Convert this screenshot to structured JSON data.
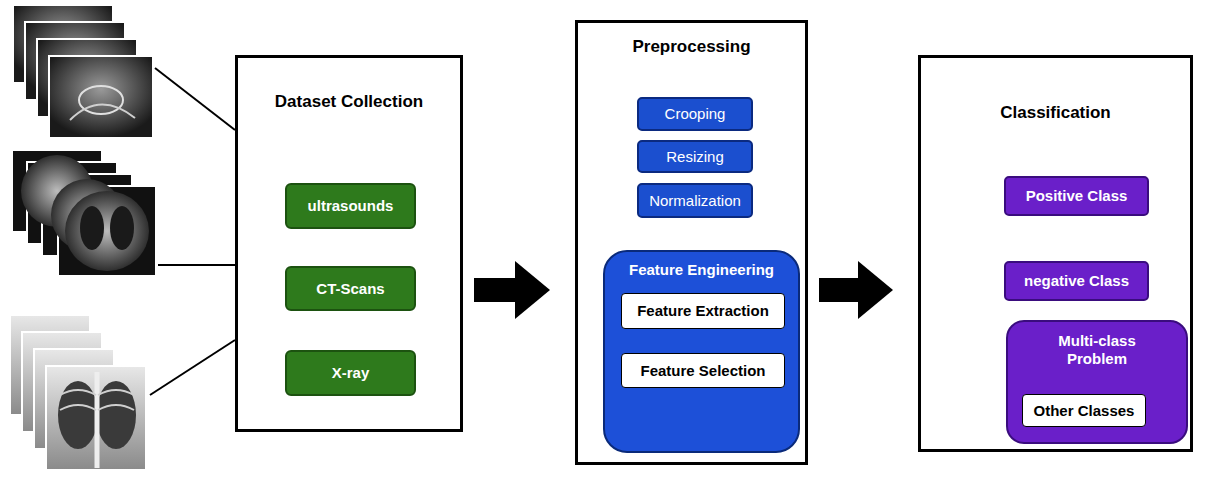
{
  "diagram": {
    "nodes": [
      {
        "text": [
          "Dataset Collection"
        ]
      },
      {
        "text": [
          "ultrasounds"
        ],
        "in": 0
      },
      {
        "text": [
          "CT-Scans"
        ],
        "in": 0
      },
      {
        "text": [
          "X-ray"
        ],
        "in": 0
      },
      {
        "text": [
          "Preprocessing"
        ]
      },
      {
        "text": [
          "Crooping"
        ],
        "in": 4
      },
      {
        "text": [
          "Resizing"
        ],
        "in": 4
      },
      {
        "text": [
          "Normalization"
        ],
        "in": 4
      },
      {
        "text": [
          "Feature Engineering"
        ],
        "in": 4
      },
      {
        "text": [
          "Feature Extraction"
        ],
        "in": 8
      },
      {
        "text": [
          "Feature Selection"
        ],
        "in": 8
      },
      {
        "text": [
          "Classification"
        ]
      },
      {
        "text": [
          "Positive Class"
        ],
        "in": 11
      },
      {
        "text": [
          "negative Class"
        ],
        "in": 11
      },
      {
        "text": [
          "Multi-class Problem"
        ],
        "in": 11
      },
      {
        "text": [
          "Other Classes"
        ],
        "in": 14
      }
    ],
    "edges": [
      {
        "from": 0,
        "to": 4,
        "arrow": "to"
      },
      {
        "from": 4,
        "to": 11,
        "arrow": "to"
      }
    ]
  }
}
